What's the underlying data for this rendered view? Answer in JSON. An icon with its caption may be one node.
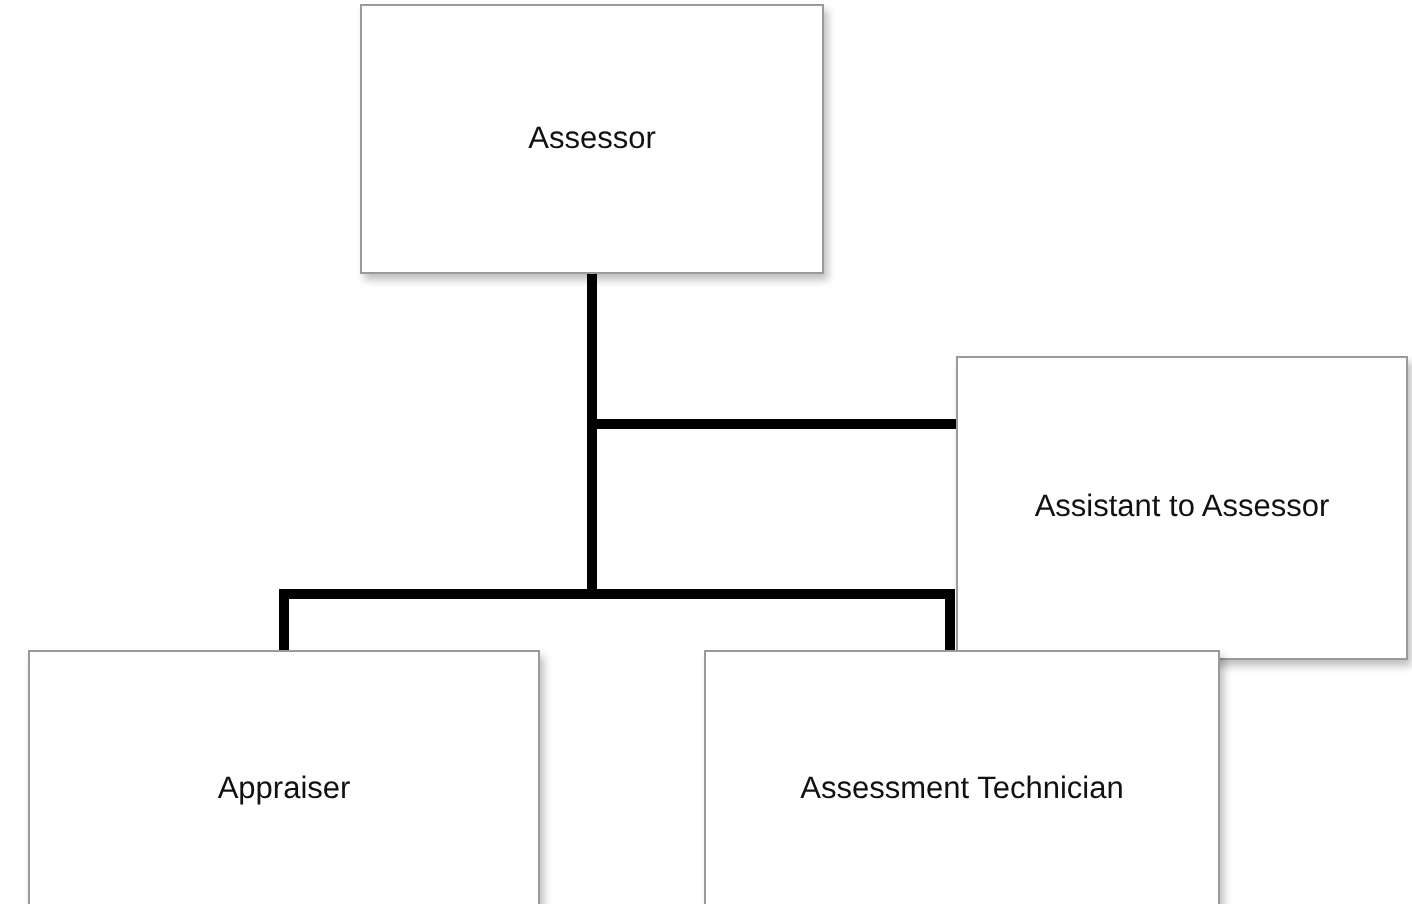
{
  "diagram": {
    "nodes": [
      {
        "text": [
          "Assessor"
        ]
      },
      {
        "text": [
          "Assistant to Assessor"
        ]
      },
      {
        "text": [
          "Appraiser"
        ]
      },
      {
        "text": [
          "Assessment Technician"
        ]
      }
    ],
    "edges": [
      {
        "from": 0,
        "to": 1,
        "arrow": "none"
      },
      {
        "from": 0,
        "to": 2,
        "arrow": "none"
      },
      {
        "from": 0,
        "to": 3,
        "arrow": "none"
      }
    ]
  }
}
